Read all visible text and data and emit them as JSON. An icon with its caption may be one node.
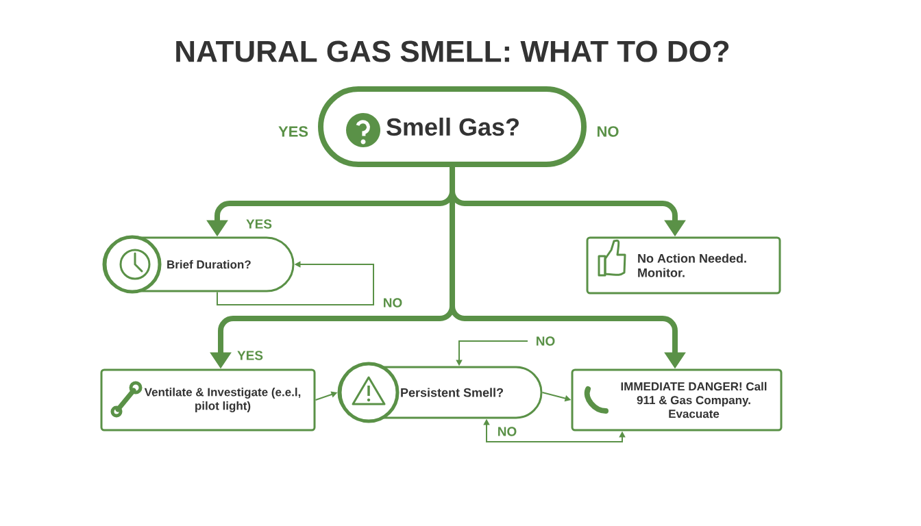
{
  "diagram": {
    "title": "NATURAL GAS SMELL: WHAT TO DO?",
    "nodes": [
      {
        "text": [
          "Smell Gas?"
        ]
      },
      {
        "text": [
          "Brief Duration?"
        ]
      },
      {
        "text": [
          "No Action Needed. Monitor."
        ]
      },
      {
        "text": [
          "Ventilate & Investigate (e.e.l, pilot light)"
        ]
      },
      {
        "text": [
          "Persistent Smell?"
        ]
      },
      {
        "text": [
          "IMMEDIATE DANGER! Call 911 & Gas Company. Evacuate"
        ]
      }
    ],
    "edges": [
      {
        "from": 0,
        "to": 1,
        "arrow": "to",
        "label": "YES",
        "style": "thick"
      },
      {
        "from": 0,
        "to": 2,
        "arrow": "to",
        "style": "thick"
      },
      {
        "from": 1,
        "to": 1,
        "arrow": "to",
        "label": "NO"
      },
      {
        "from": 0,
        "to": 3,
        "arrow": "to",
        "label": "YES",
        "style": "thick"
      },
      {
        "from": 0,
        "to": 5,
        "arrow": "to",
        "style": "thick"
      },
      {
        "from": null,
        "to": 4,
        "arrow": "to",
        "label": "NO"
      },
      {
        "from": 3,
        "to": 4,
        "arrow": "to"
      },
      {
        "from": 4,
        "to": 5,
        "arrow": "to"
      },
      {
        "from": 4,
        "to": 5,
        "arrow": "both",
        "label": "NO"
      }
    ],
    "labels": [
      "YES",
      "NO"
    ]
  }
}
